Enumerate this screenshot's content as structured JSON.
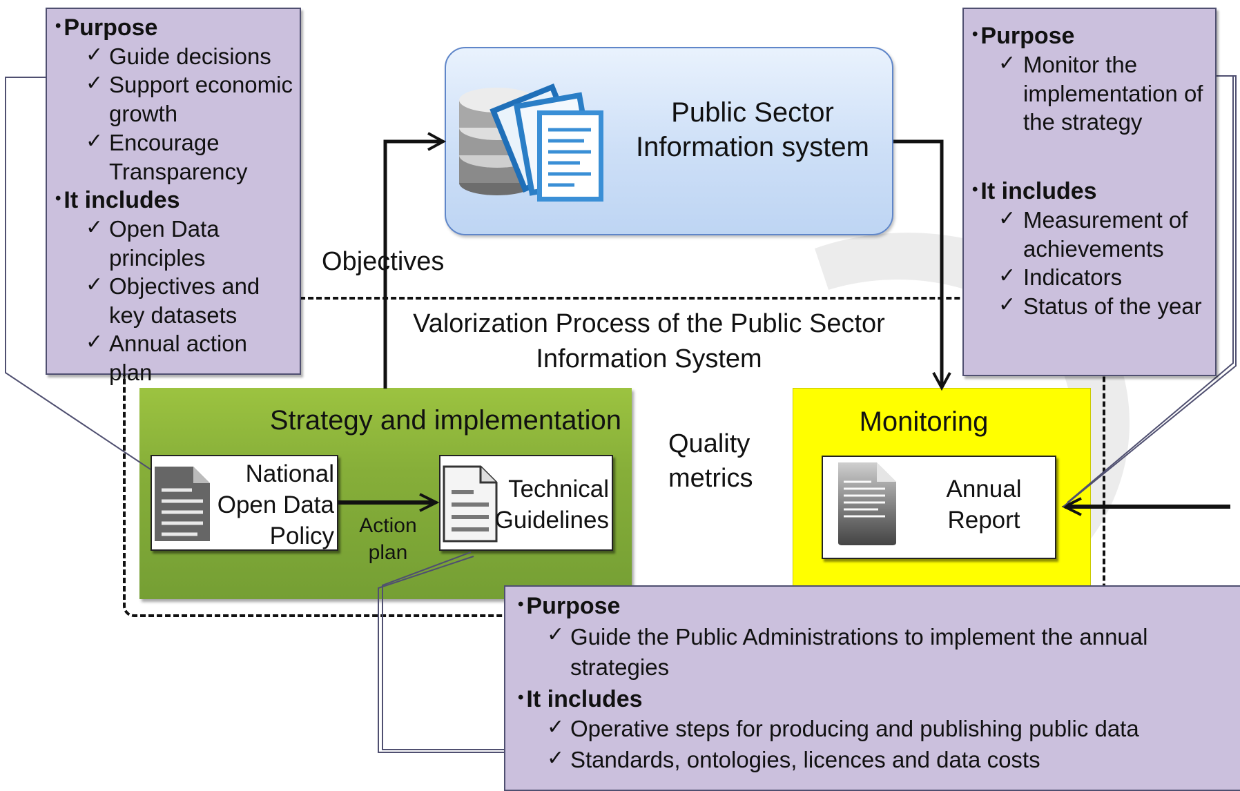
{
  "psi": {
    "title": "Public Sector Information system"
  },
  "labels": {
    "objectives": "Objectives",
    "valorization": "Valorization Process of the Public Sector Information System",
    "quality_metrics": "Quality metrics",
    "action_plan": "Action plan"
  },
  "strategy": {
    "title": "Strategy and implementation",
    "policy": "National Open Data Policy",
    "guidelines": "Technical Guidelines"
  },
  "monitoring": {
    "title": "Monitoring",
    "report": "Annual Report"
  },
  "callout_policy": {
    "purpose_heading": "Purpose",
    "purpose_items": [
      "Guide decisions",
      "Support economic growth",
      "Encourage Transparency"
    ],
    "includes_heading": "It includes",
    "includes_items": [
      "Open Data principles",
      "Objectives and key datasets",
      "Annual action plan"
    ]
  },
  "callout_report": {
    "purpose_heading": "Purpose",
    "purpose_items": [
      "Monitor the implementation of the strategy"
    ],
    "includes_heading": "It includes",
    "includes_items": [
      "Measurement of achievements",
      "Indicators",
      "Status of the year"
    ]
  },
  "callout_guidelines": {
    "purpose_heading": "Purpose",
    "purpose_items": [
      "Guide the Public Administrations to implement the annual strategies"
    ],
    "includes_heading": "It includes",
    "includes_items": [
      "Operative steps for producing and publishing public data",
      "Standards, ontologies, licences and data costs"
    ]
  },
  "colors": {
    "callout": "#cbc0dd",
    "strategy": "#86ae39",
    "monitoring": "#ffff00",
    "psi": "#cddff7"
  }
}
